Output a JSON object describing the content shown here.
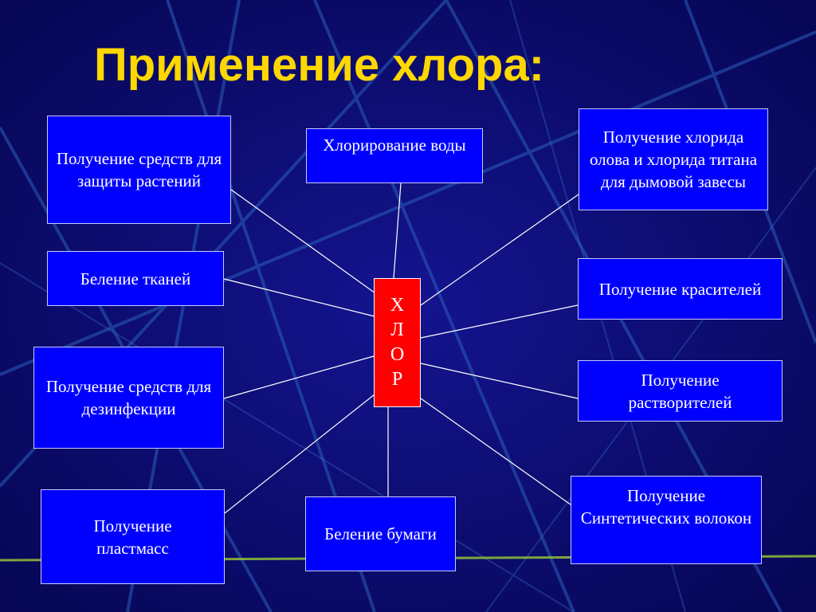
{
  "title": "Применение хлора:",
  "center_letters": [
    "Х",
    "Л",
    "О",
    "Р"
  ],
  "boxes": {
    "plant_protection": "Получение средств для защиты растений",
    "water_chlorination": "Хлорирование воды",
    "smoke_screen": "Получение хлорида олова и хлорида титана для дымовой завесы",
    "fabric_bleaching": "Беление тканей",
    "dyes": "Получение красителей",
    "disinfection": "Получение средств для дезинфекции",
    "solvents": "Получение растворителей",
    "plastics": "Получение пластмасс",
    "paper_bleaching": "Беление бумаги",
    "synthetic_fibers": "Получение Синтетических волокон"
  },
  "colors": {
    "background": "#0a0a6e",
    "box_fill": "#0000ff",
    "center_fill": "#ff0000",
    "title": "#ffd700",
    "connector": "#ffffff"
  }
}
